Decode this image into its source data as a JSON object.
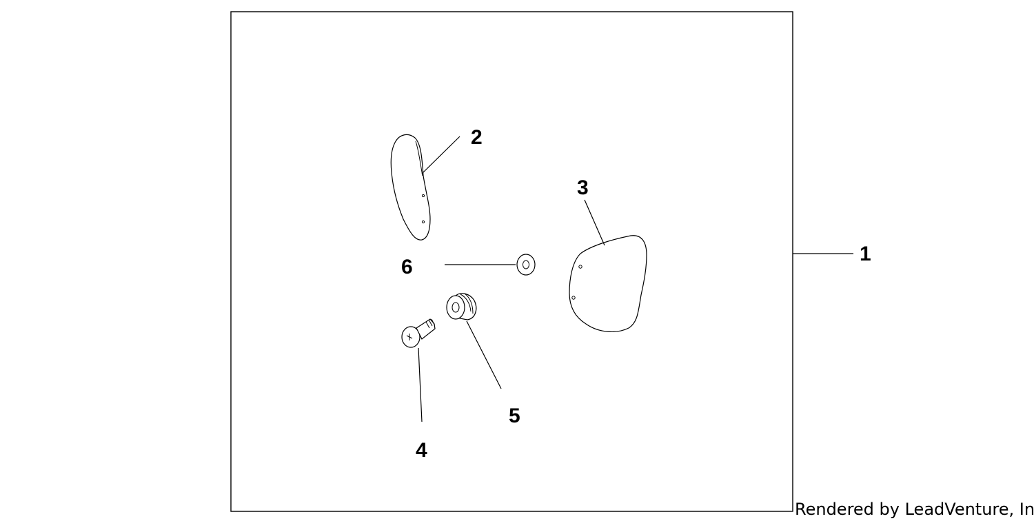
{
  "diagram": {
    "credit": "Rendered by LeadVenture, Inc.",
    "callouts": [
      {
        "id": "1",
        "label": "1"
      },
      {
        "id": "2",
        "label": "2"
      },
      {
        "id": "3",
        "label": "3"
      },
      {
        "id": "4",
        "label": "4"
      },
      {
        "id": "5",
        "label": "5"
      },
      {
        "id": "6",
        "label": "6"
      }
    ],
    "colors": {
      "line": "#000000",
      "background": "#ffffff"
    }
  }
}
